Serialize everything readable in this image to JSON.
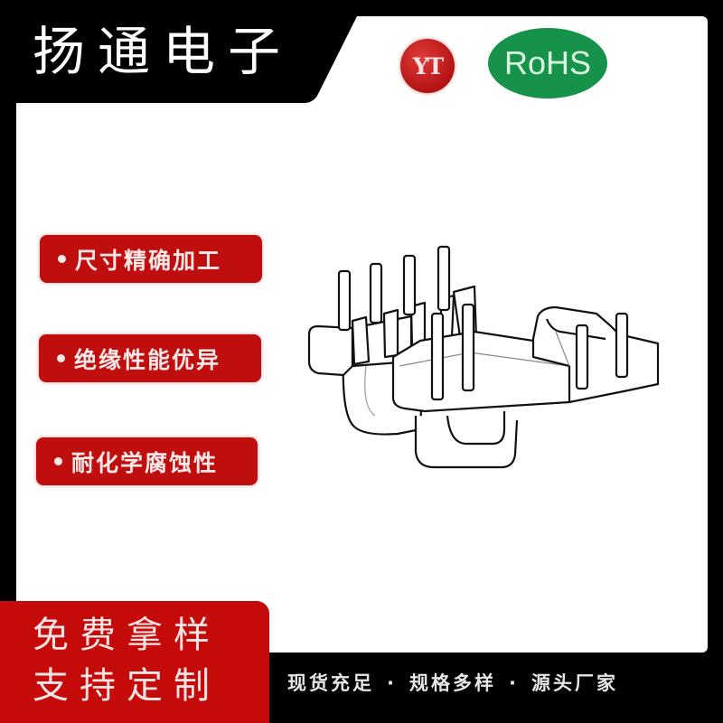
{
  "header": {
    "brand_name": "扬通电子",
    "logo_text": "YT",
    "certification_badge": "RoHS"
  },
  "colors": {
    "frame": "#000000",
    "panel": "#ffffff",
    "accent_red": "#c00d0d",
    "rohs_green": "#16924a"
  },
  "features": [
    {
      "label": "尺寸精确加工"
    },
    {
      "label": "绝缘性能优异"
    },
    {
      "label": "耐化学腐蚀性"
    }
  ],
  "product": {
    "image_alt": "transformer-bobbin-line-drawing"
  },
  "promo": {
    "line1": "免费拿样",
    "line2": "支持定制"
  },
  "tagline": {
    "items": [
      "现货充足",
      "规格多样",
      "源头厂家"
    ],
    "separator": "·"
  }
}
